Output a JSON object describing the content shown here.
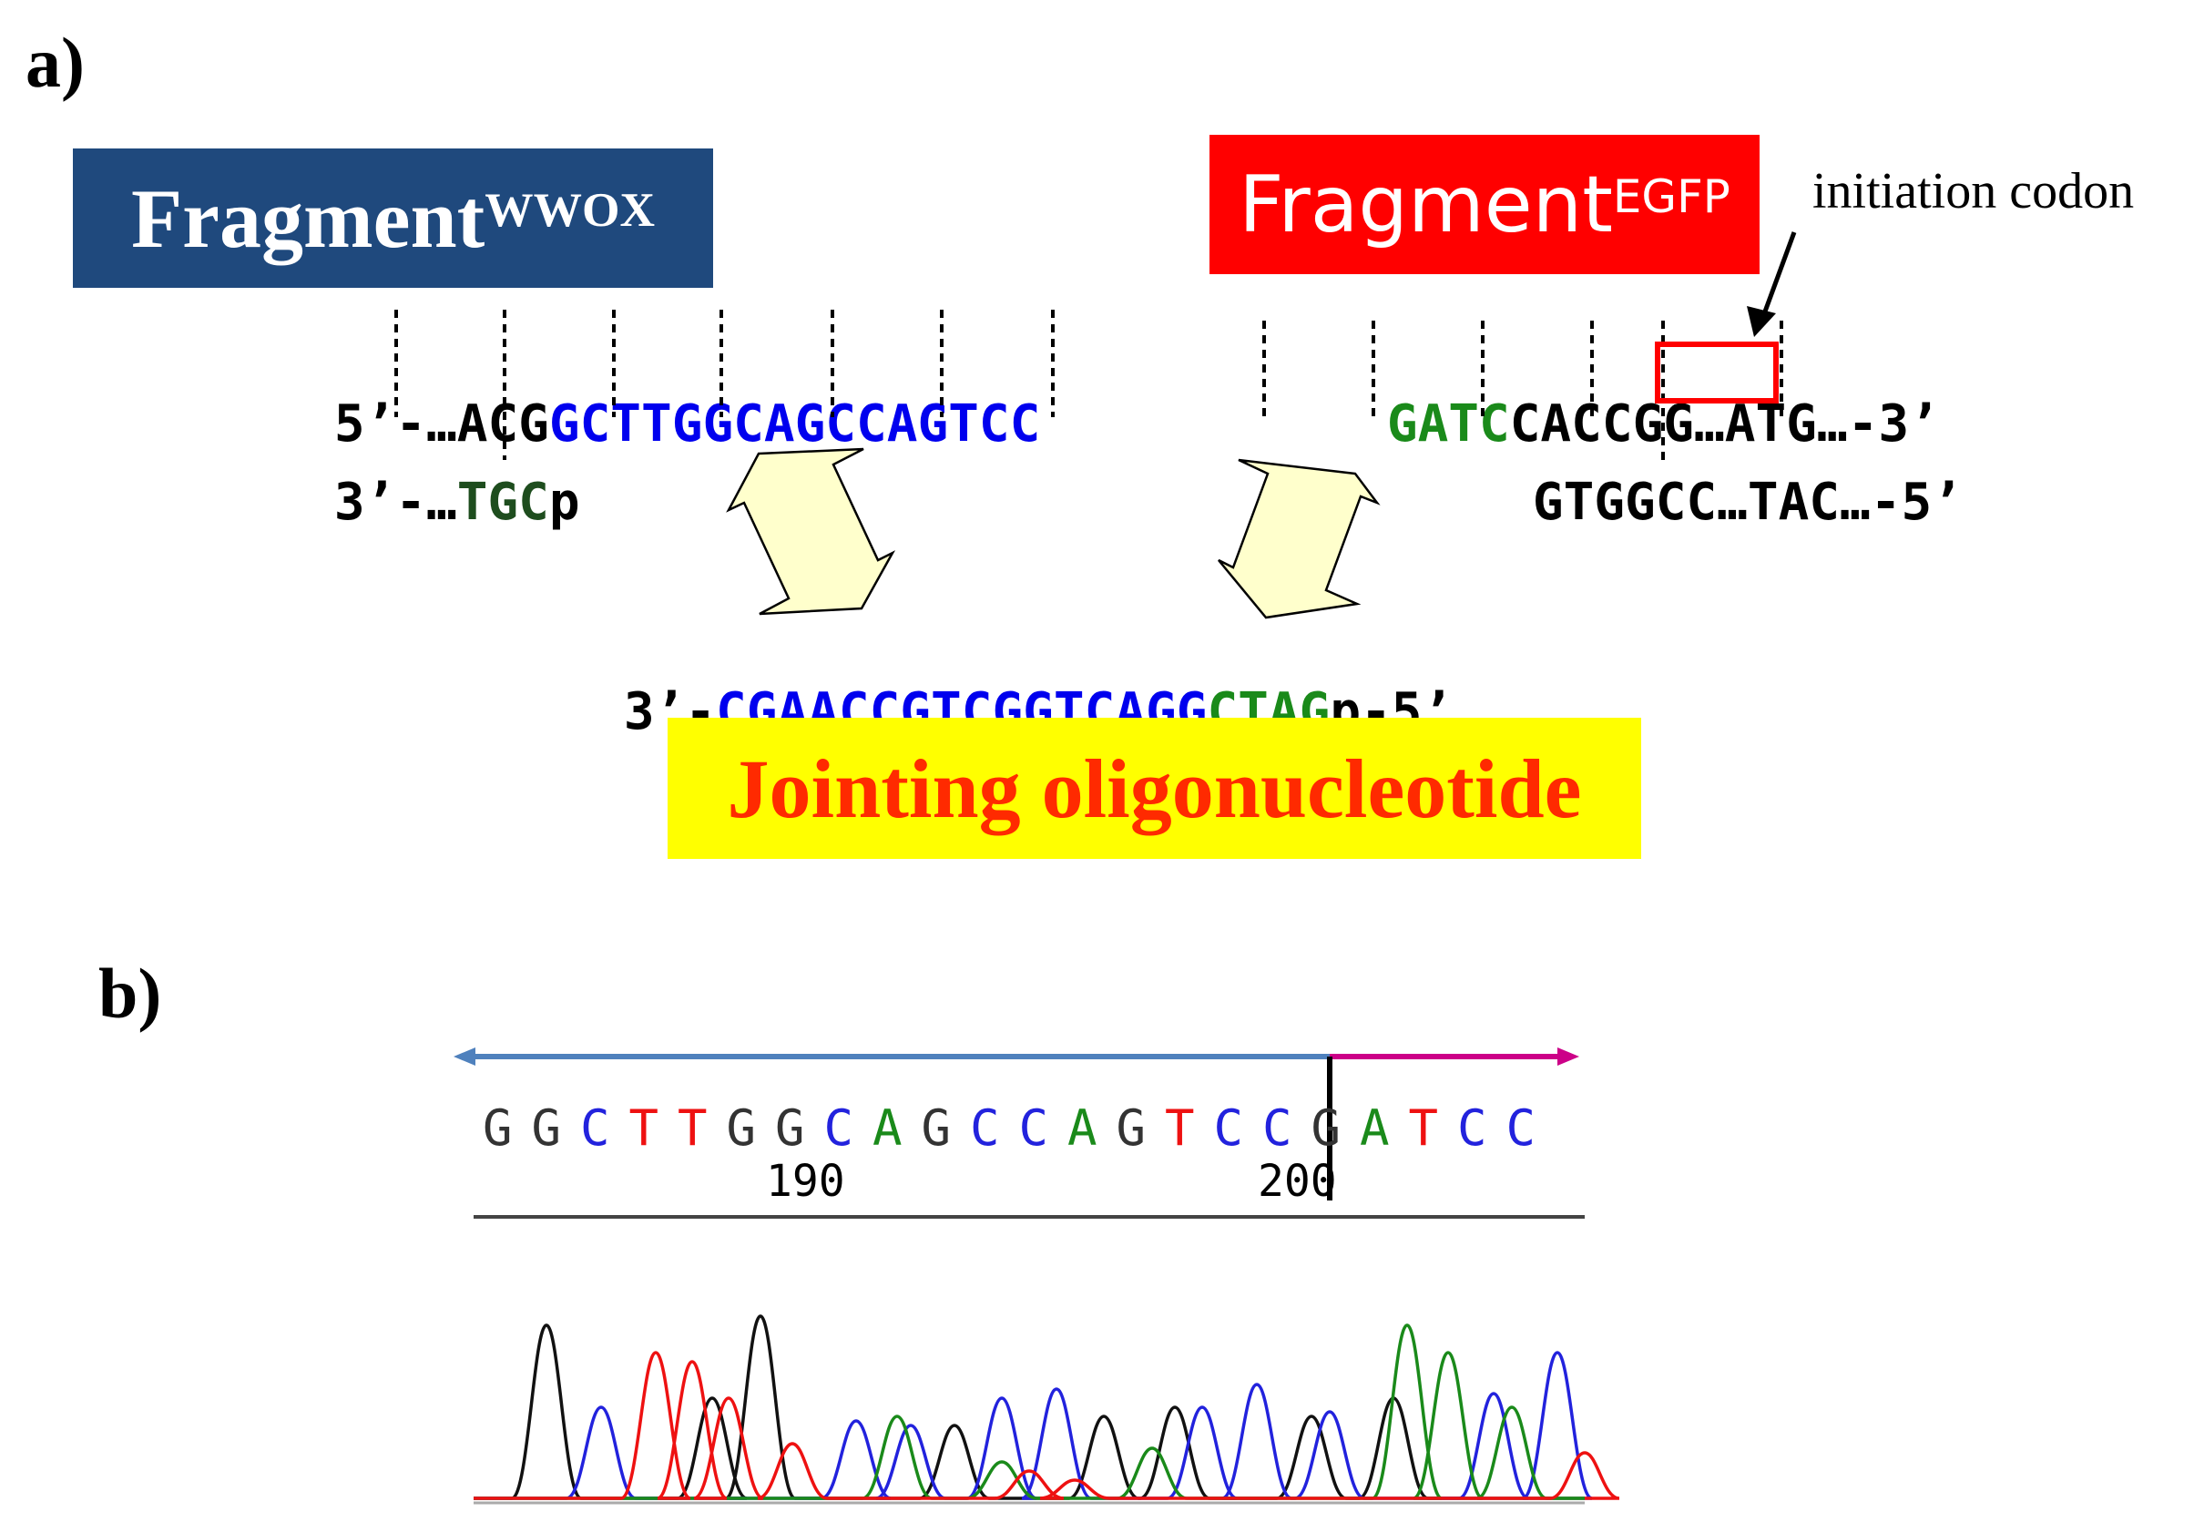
{
  "panel_a": {
    "label": "a)",
    "fragment_wwox": {
      "title": "Fragment",
      "superscript": "WWOX",
      "color": "#1f497d"
    },
    "fragment_egfp": {
      "title": "Fragment",
      "superscript": "EGFP",
      "color": "#ff0000"
    },
    "annotation": "initiation codon",
    "wwox_top": [
      {
        "text": "5’-…A",
        "color": "black"
      },
      {
        "text": "CG",
        "color": "black"
      },
      {
        "text": "GCTTGGCAGCCAGTCC",
        "color": "blue"
      }
    ],
    "wwox_bottom": [
      {
        "text": "3’-…",
        "color": "black"
      },
      {
        "text": "TGC",
        "color": "darkgreen"
      },
      {
        "text": "p",
        "color": "black"
      }
    ],
    "egfp_top": [
      {
        "text": "GATC",
        "color": "green"
      },
      {
        "text": "CACCGG…",
        "color": "black"
      },
      {
        "text": "ATG",
        "color": "black"
      },
      {
        "text": "…-3’",
        "color": "black"
      }
    ],
    "egfp_bottom": [
      {
        "text": "GTGGCC…TAC…-5’",
        "color": "black"
      }
    ],
    "oligo": [
      {
        "text": "3’-",
        "color": "black"
      },
      {
        "text": "CGAACCGTCGGTCAGG",
        "color": "blue"
      },
      {
        "text": "CTAG",
        "color": "green"
      },
      {
        "text": "p-5’",
        "color": "black"
      }
    ],
    "jointing_label": "Jointing oligonucleotide"
  },
  "panel_b": {
    "label": "b)",
    "bases": [
      "G",
      "G",
      "C",
      "T",
      "T",
      "G",
      "G",
      "C",
      "A",
      "G",
      "C",
      "C",
      "A",
      "G",
      "T",
      "C",
      "C",
      "G",
      "A",
      "T",
      "C",
      "C"
    ],
    "base_colors": {
      "G": "#333333",
      "A": "#1a8a1a",
      "T": "#ee1111",
      "C": "#2222dd"
    },
    "tick_labels": [
      "190",
      "200"
    ],
    "arrow_left_color": "#4f81bd",
    "arrow_right_color": "#cc0088"
  }
}
